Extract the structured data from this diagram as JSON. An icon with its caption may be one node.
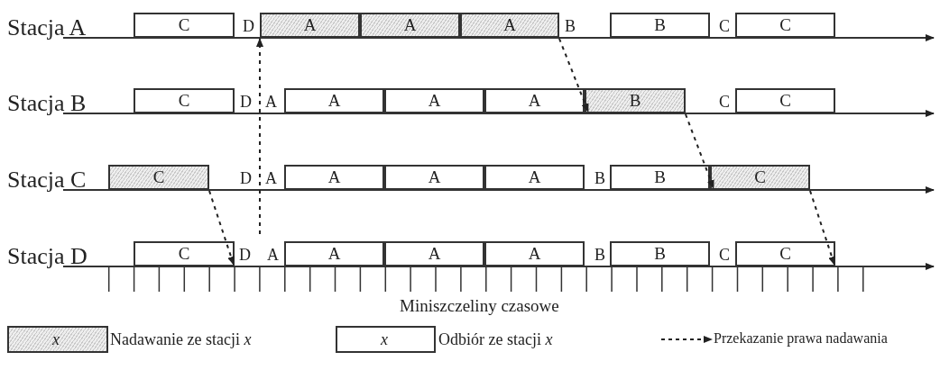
{
  "diagram": {
    "nodes": [
      {
        "text": [
          "C"
        ]
      },
      {
        "text": [
          "A"
        ]
      },
      {
        "text": [
          "A"
        ]
      },
      {
        "text": [
          "A"
        ]
      },
      {
        "text": [
          "B"
        ]
      },
      {
        "text": [
          "C"
        ]
      },
      {
        "text": [
          "C"
        ]
      },
      {
        "text": [
          "A"
        ]
      },
      {
        "text": [
          "A"
        ]
      },
      {
        "text": [
          "A"
        ]
      },
      {
        "text": [
          "B"
        ]
      },
      {
        "text": [
          "C"
        ]
      },
      {
        "text": [
          "C"
        ]
      },
      {
        "text": [
          "A"
        ]
      },
      {
        "text": [
          "A"
        ]
      },
      {
        "text": [
          "A"
        ]
      },
      {
        "text": [
          "B"
        ]
      },
      {
        "text": [
          "C"
        ]
      },
      {
        "text": [
          "C"
        ]
      },
      {
        "text": [
          "A"
        ]
      },
      {
        "text": [
          "A"
        ]
      },
      {
        "text": [
          "A"
        ]
      },
      {
        "text": [
          "B"
        ]
      },
      {
        "text": [
          "C"
        ]
      }
    ],
    "edges": [
      {
        "from": 3,
        "to": 10,
        "arrow": "to",
        "style": "dashed"
      },
      {
        "from": 10,
        "to": 17,
        "arrow": "to",
        "style": "dashed"
      },
      {
        "from": 12,
        "to": 18,
        "arrow": "to",
        "style": "dashed"
      },
      {
        "from": 17,
        "to": 23,
        "arrow": "to",
        "style": "dashed"
      },
      {
        "from": null,
        "to": 1,
        "arrow": "to",
        "style": "dashed"
      }
    ],
    "labels": [
      "Stacja A",
      "D",
      "B",
      "C",
      "Stacja B",
      "D",
      "A",
      "C",
      "Stacja C",
      "D",
      "A",
      "B",
      "Stacja D",
      "D",
      "A",
      "B",
      "C",
      "Miniszczeliny czasowe",
      "x",
      "x"
    ],
    "legend": [
      {
        "text": "Nadawanie ze stacji *x*"
      },
      {
        "text": "Odbiór ze stacji *x*"
      },
      {
        "text": "Przekazanie prawa nadawania"
      }
    ]
  }
}
